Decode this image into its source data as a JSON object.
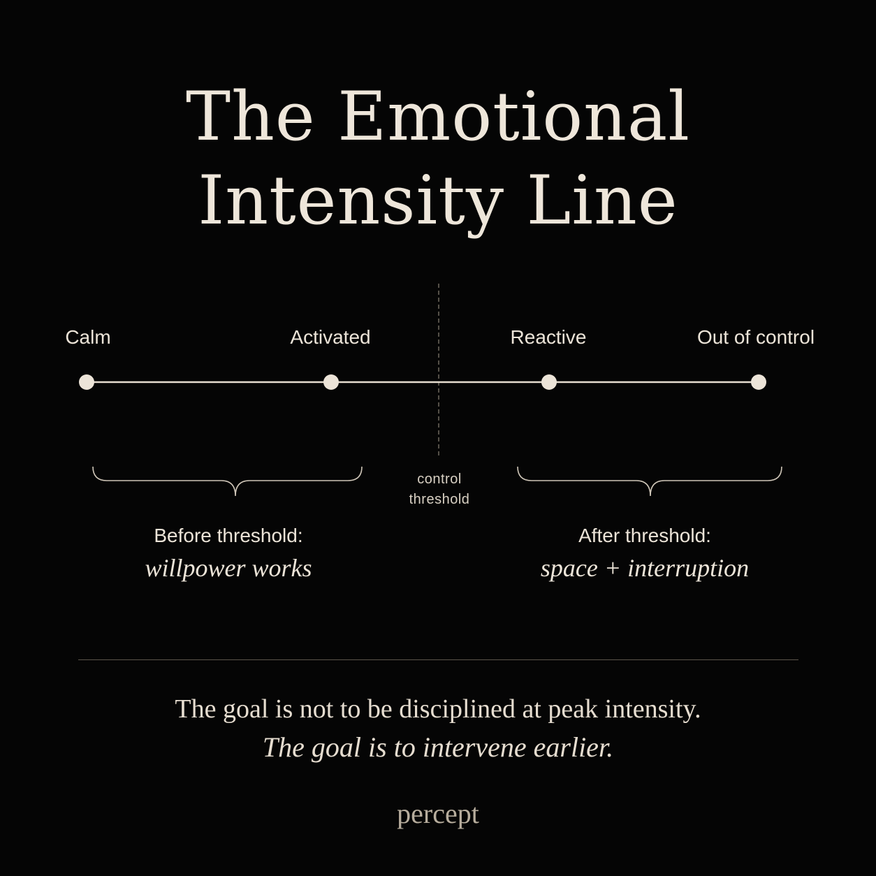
{
  "title": {
    "line1": "The Emotional",
    "line2": "Intensity Line"
  },
  "stages": [
    {
      "label": "Calm"
    },
    {
      "label": "Activated"
    },
    {
      "label": "Reactive"
    },
    {
      "label": "Out of control"
    }
  ],
  "threshold": {
    "line1": "control",
    "line2": "threshold"
  },
  "zones": {
    "before": {
      "heading": "Before threshold:",
      "subtext": "willpower works"
    },
    "after": {
      "heading": "After threshold:",
      "subtext": "space + interruption"
    }
  },
  "goal": {
    "line1": "The goal is not to be disciplined at peak intensity.",
    "line2": "The goal is to intervene earlier."
  },
  "brand": "percept",
  "colors": {
    "background": "#050505",
    "foreground": "#ece4d8",
    "muted": "#b7ad9d"
  }
}
